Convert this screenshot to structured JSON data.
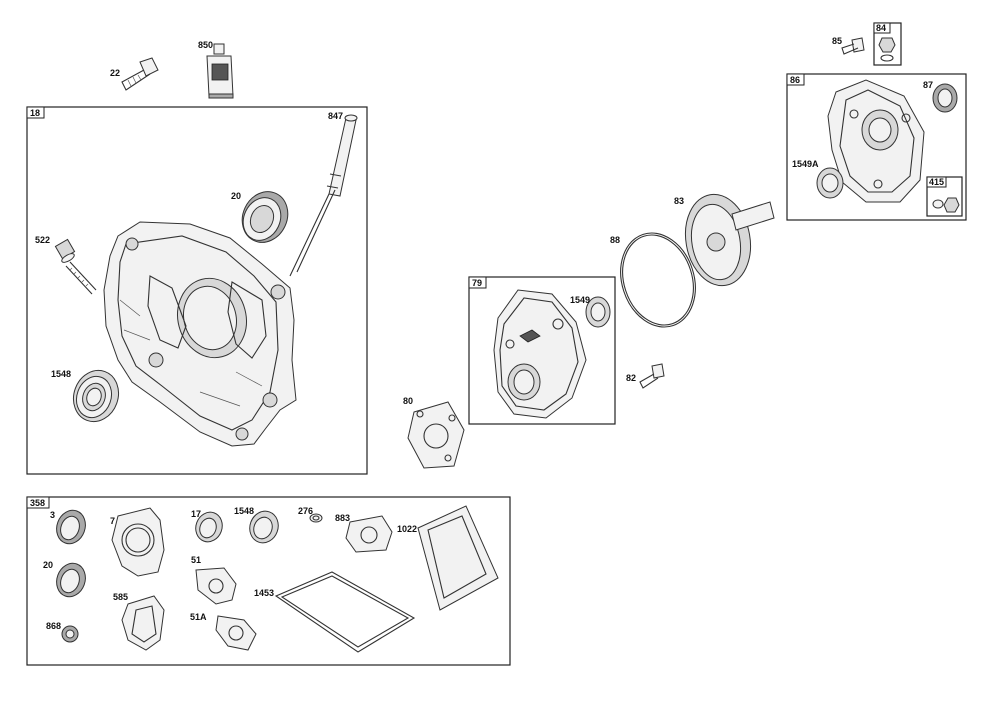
{
  "parts": {
    "p22": "22",
    "p850": "850",
    "p85": "85",
    "p84": "84",
    "p86": "86",
    "p87": "87",
    "p1549a": "1549A",
    "p415": "415",
    "p83": "83",
    "p88": "88",
    "p79": "79",
    "p1549": "1549",
    "p82": "82",
    "p80": "80",
    "p18": "18",
    "p847": "847",
    "p20": "20",
    "p522": "522",
    "p1548": "1548",
    "p358": "358",
    "k3": "3",
    "k7": "7",
    "k17": "17",
    "k1548": "1548",
    "k276": "276",
    "k883": "883",
    "k1022": "1022",
    "k20": "20",
    "k51": "51",
    "k1453": "1453",
    "k585": "585",
    "k51a": "51A",
    "k868": "868"
  }
}
